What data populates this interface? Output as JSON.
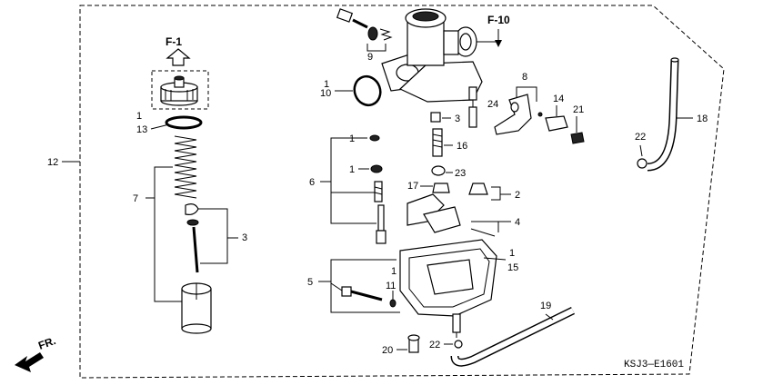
{
  "refs": {
    "f1": "F-1",
    "f10": "F-10",
    "fr": "FR.",
    "code": "KSJ3—E1601"
  },
  "callouts": {
    "c12": "12",
    "c1_13": "1",
    "c13": "13",
    "c7": "7",
    "c3_left": "3",
    "c9": "9",
    "c1_10": "1",
    "c10": "10",
    "c8": "8",
    "c24": "24",
    "c14": "14",
    "c21": "21",
    "c18": "18",
    "c22_right": "22",
    "c3_mid": "3",
    "c1_a": "1",
    "c16": "16",
    "c1_b": "1",
    "c6": "6",
    "c23": "23",
    "c17": "17",
    "c2": "2",
    "c4": "4",
    "c1_15": "1",
    "c15": "15",
    "c5": "5",
    "c1_11": "1",
    "c11": "11",
    "c19": "19",
    "c20": "20",
    "c22_bottom": "22"
  }
}
